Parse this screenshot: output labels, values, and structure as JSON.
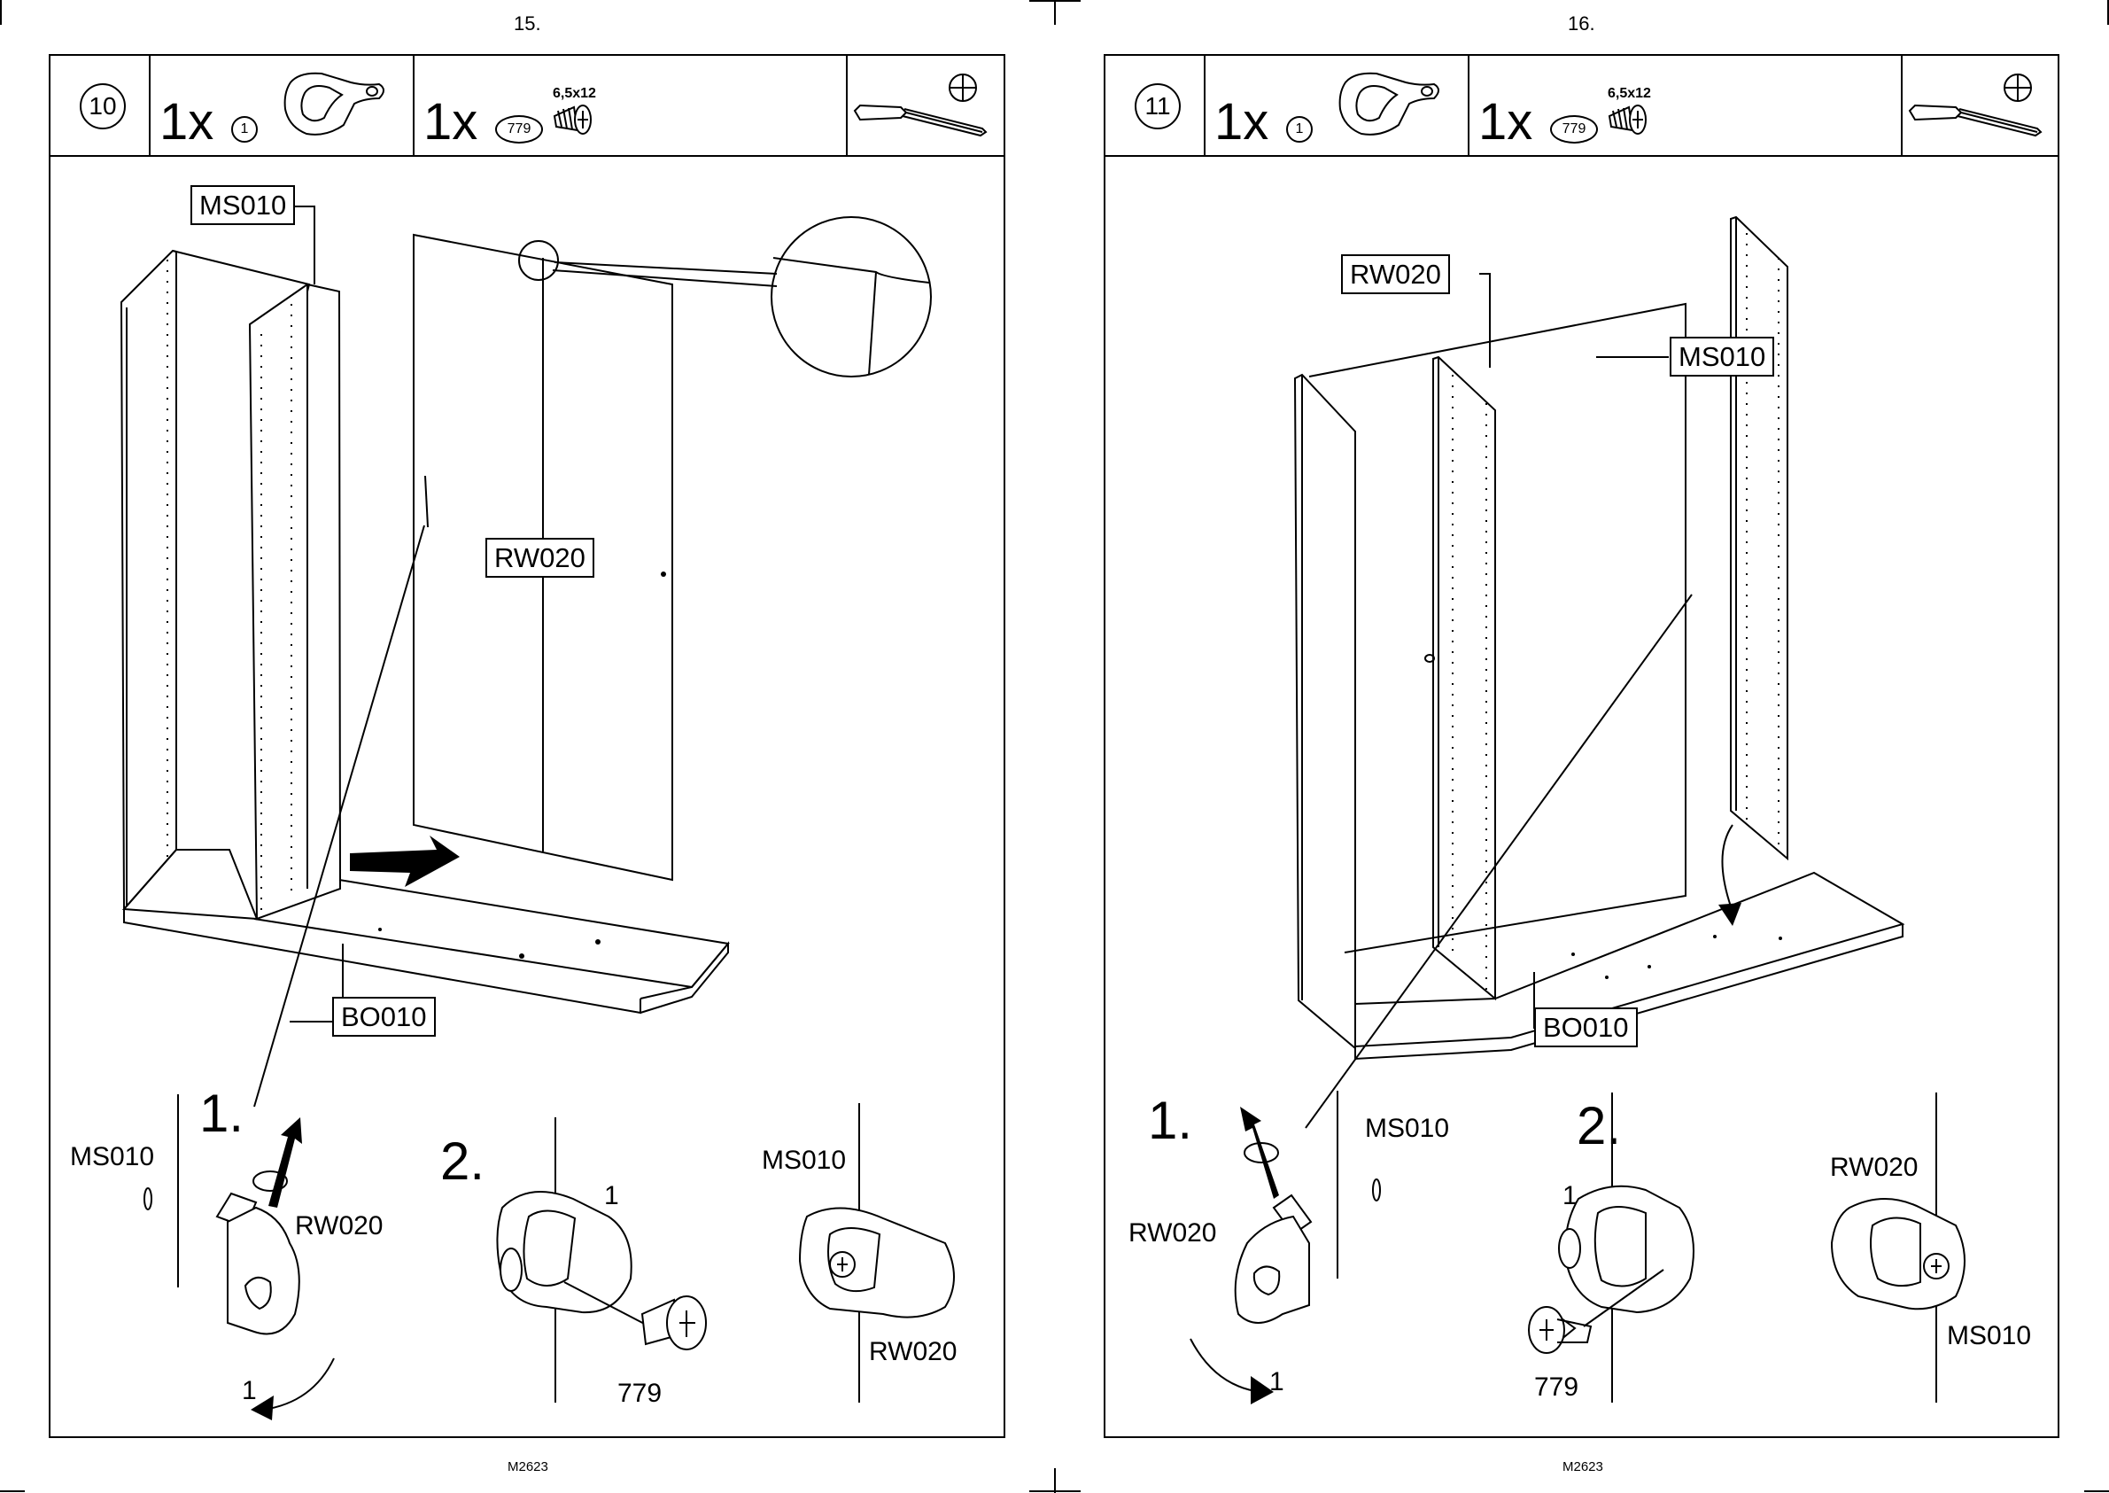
{
  "left_page": {
    "page_number": "15.",
    "footer_code": "M2623",
    "step": {
      "number": "10",
      "hardware": [
        {
          "qty": "1x",
          "part": "1"
        },
        {
          "qty": "1x",
          "part": "779",
          "size": "6,5x12"
        }
      ],
      "labels": {
        "side_panel": "MS010",
        "back_panel": "RW020",
        "bottom_panel": "BO010"
      },
      "detail": {
        "step1": "1.",
        "step2": "2.",
        "ms010_a": "MS010",
        "rw020_a": "RW020",
        "part_a": "1",
        "part_b": "1",
        "screw": "779",
        "ms010_b": "MS010",
        "rw020_b": "RW020"
      }
    }
  },
  "right_page": {
    "page_number": "16.",
    "footer_code": "M2623",
    "step": {
      "number": "11",
      "hardware": [
        {
          "qty": "1x",
          "part": "1"
        },
        {
          "qty": "1x",
          "part": "779",
          "size": "6,5x12"
        }
      ],
      "labels": {
        "back_panel": "RW020",
        "side_panel": "MS010",
        "bottom_panel": "BO010"
      },
      "detail": {
        "step1": "1.",
        "step2": "2.",
        "ms010_a": "MS010",
        "rw020_a": "RW020",
        "part_a": "1",
        "part_b": "1",
        "screw": "779",
        "rw020_b": "RW020",
        "ms010_b": "MS010"
      }
    }
  },
  "icons": [
    "cam-fitting-icon",
    "screw-icon",
    "screwdriver-icon",
    "phillips-icon"
  ]
}
